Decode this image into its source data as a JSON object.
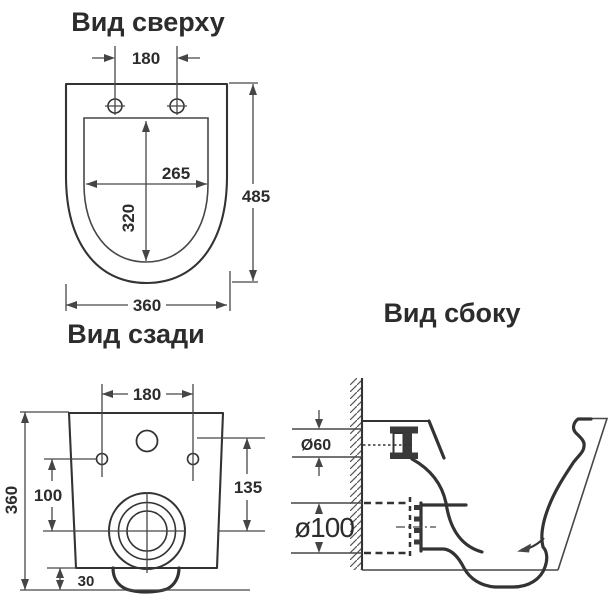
{
  "titles": {
    "top_view": "Вид сверху",
    "back_view": "Вид сзади",
    "side_view": "Вид сбоку"
  },
  "top_view_dims": {
    "hole_spacing": "180",
    "bowl_inner_width": "265",
    "bowl_inner_depth": "320",
    "total_depth": "485",
    "total_width": "360"
  },
  "back_view_dims": {
    "hole_spacing": "180",
    "inlet_to_drain_height": "135",
    "holes_to_drain_height": "100",
    "total_height": "360",
    "bottom_clearance": "30"
  },
  "side_view_dims": {
    "water_inlet_diameter": "Ø60",
    "drain_outlet_diameter": "ø100"
  },
  "colors": {
    "line": "#333333",
    "thin_line": "#474747",
    "background": "#ffffff"
  }
}
